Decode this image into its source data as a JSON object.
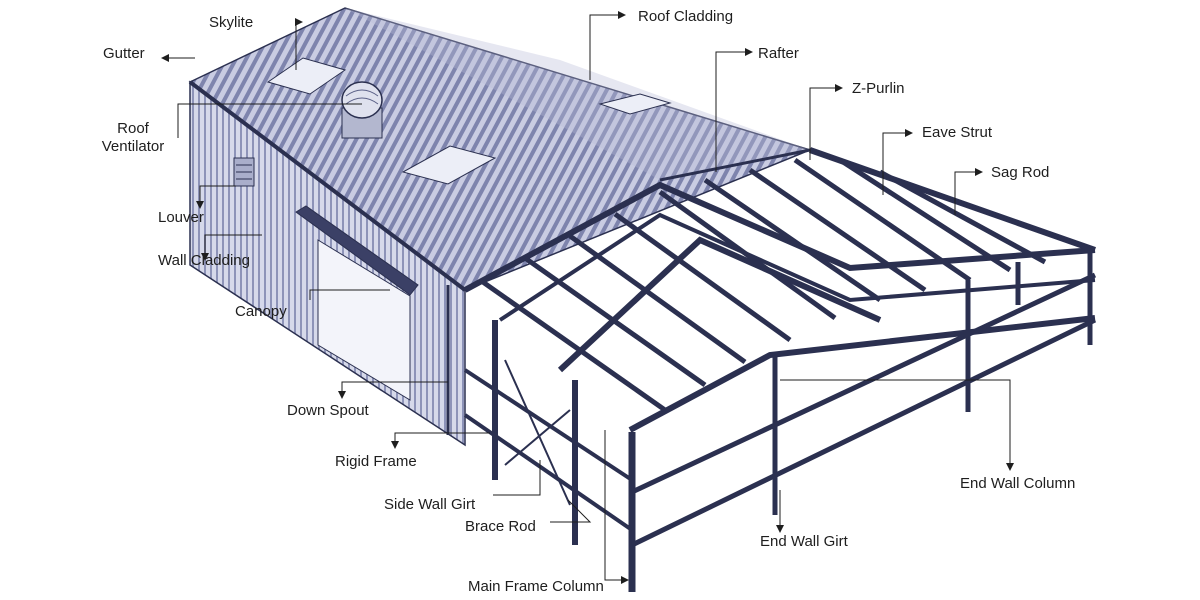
{
  "labels": {
    "skylite": "Skylite",
    "roof_cladding": "Roof Cladding",
    "gutter": "Gutter",
    "rafter": "Rafter",
    "z_purlin": "Z-Purlin",
    "roof_ventilator_line1": "Roof",
    "roof_ventilator_line2": "Ventilator",
    "eave_strut": "Eave Strut",
    "sag_rod": "Sag Rod",
    "louver": "Louver",
    "wall_cladding": "Wall Cladding",
    "canopy": "Canopy",
    "down_spout": "Down Spout",
    "rigid_frame": "Rigid Frame",
    "end_wall_column": "End Wall Column",
    "side_wall_girt": "Side Wall Girt",
    "brace_rod": "Brace Rod",
    "end_wall_girt": "End Wall Girt",
    "main_frame_column": "Main Frame Column"
  },
  "colors": {
    "steel": "#2b3050",
    "cladding": "#9aa0c4",
    "cladding_dark": "#6d7398",
    "wall": "#c3c7de",
    "leader": "#1e1e1e",
    "text": "#1e1e1e"
  }
}
